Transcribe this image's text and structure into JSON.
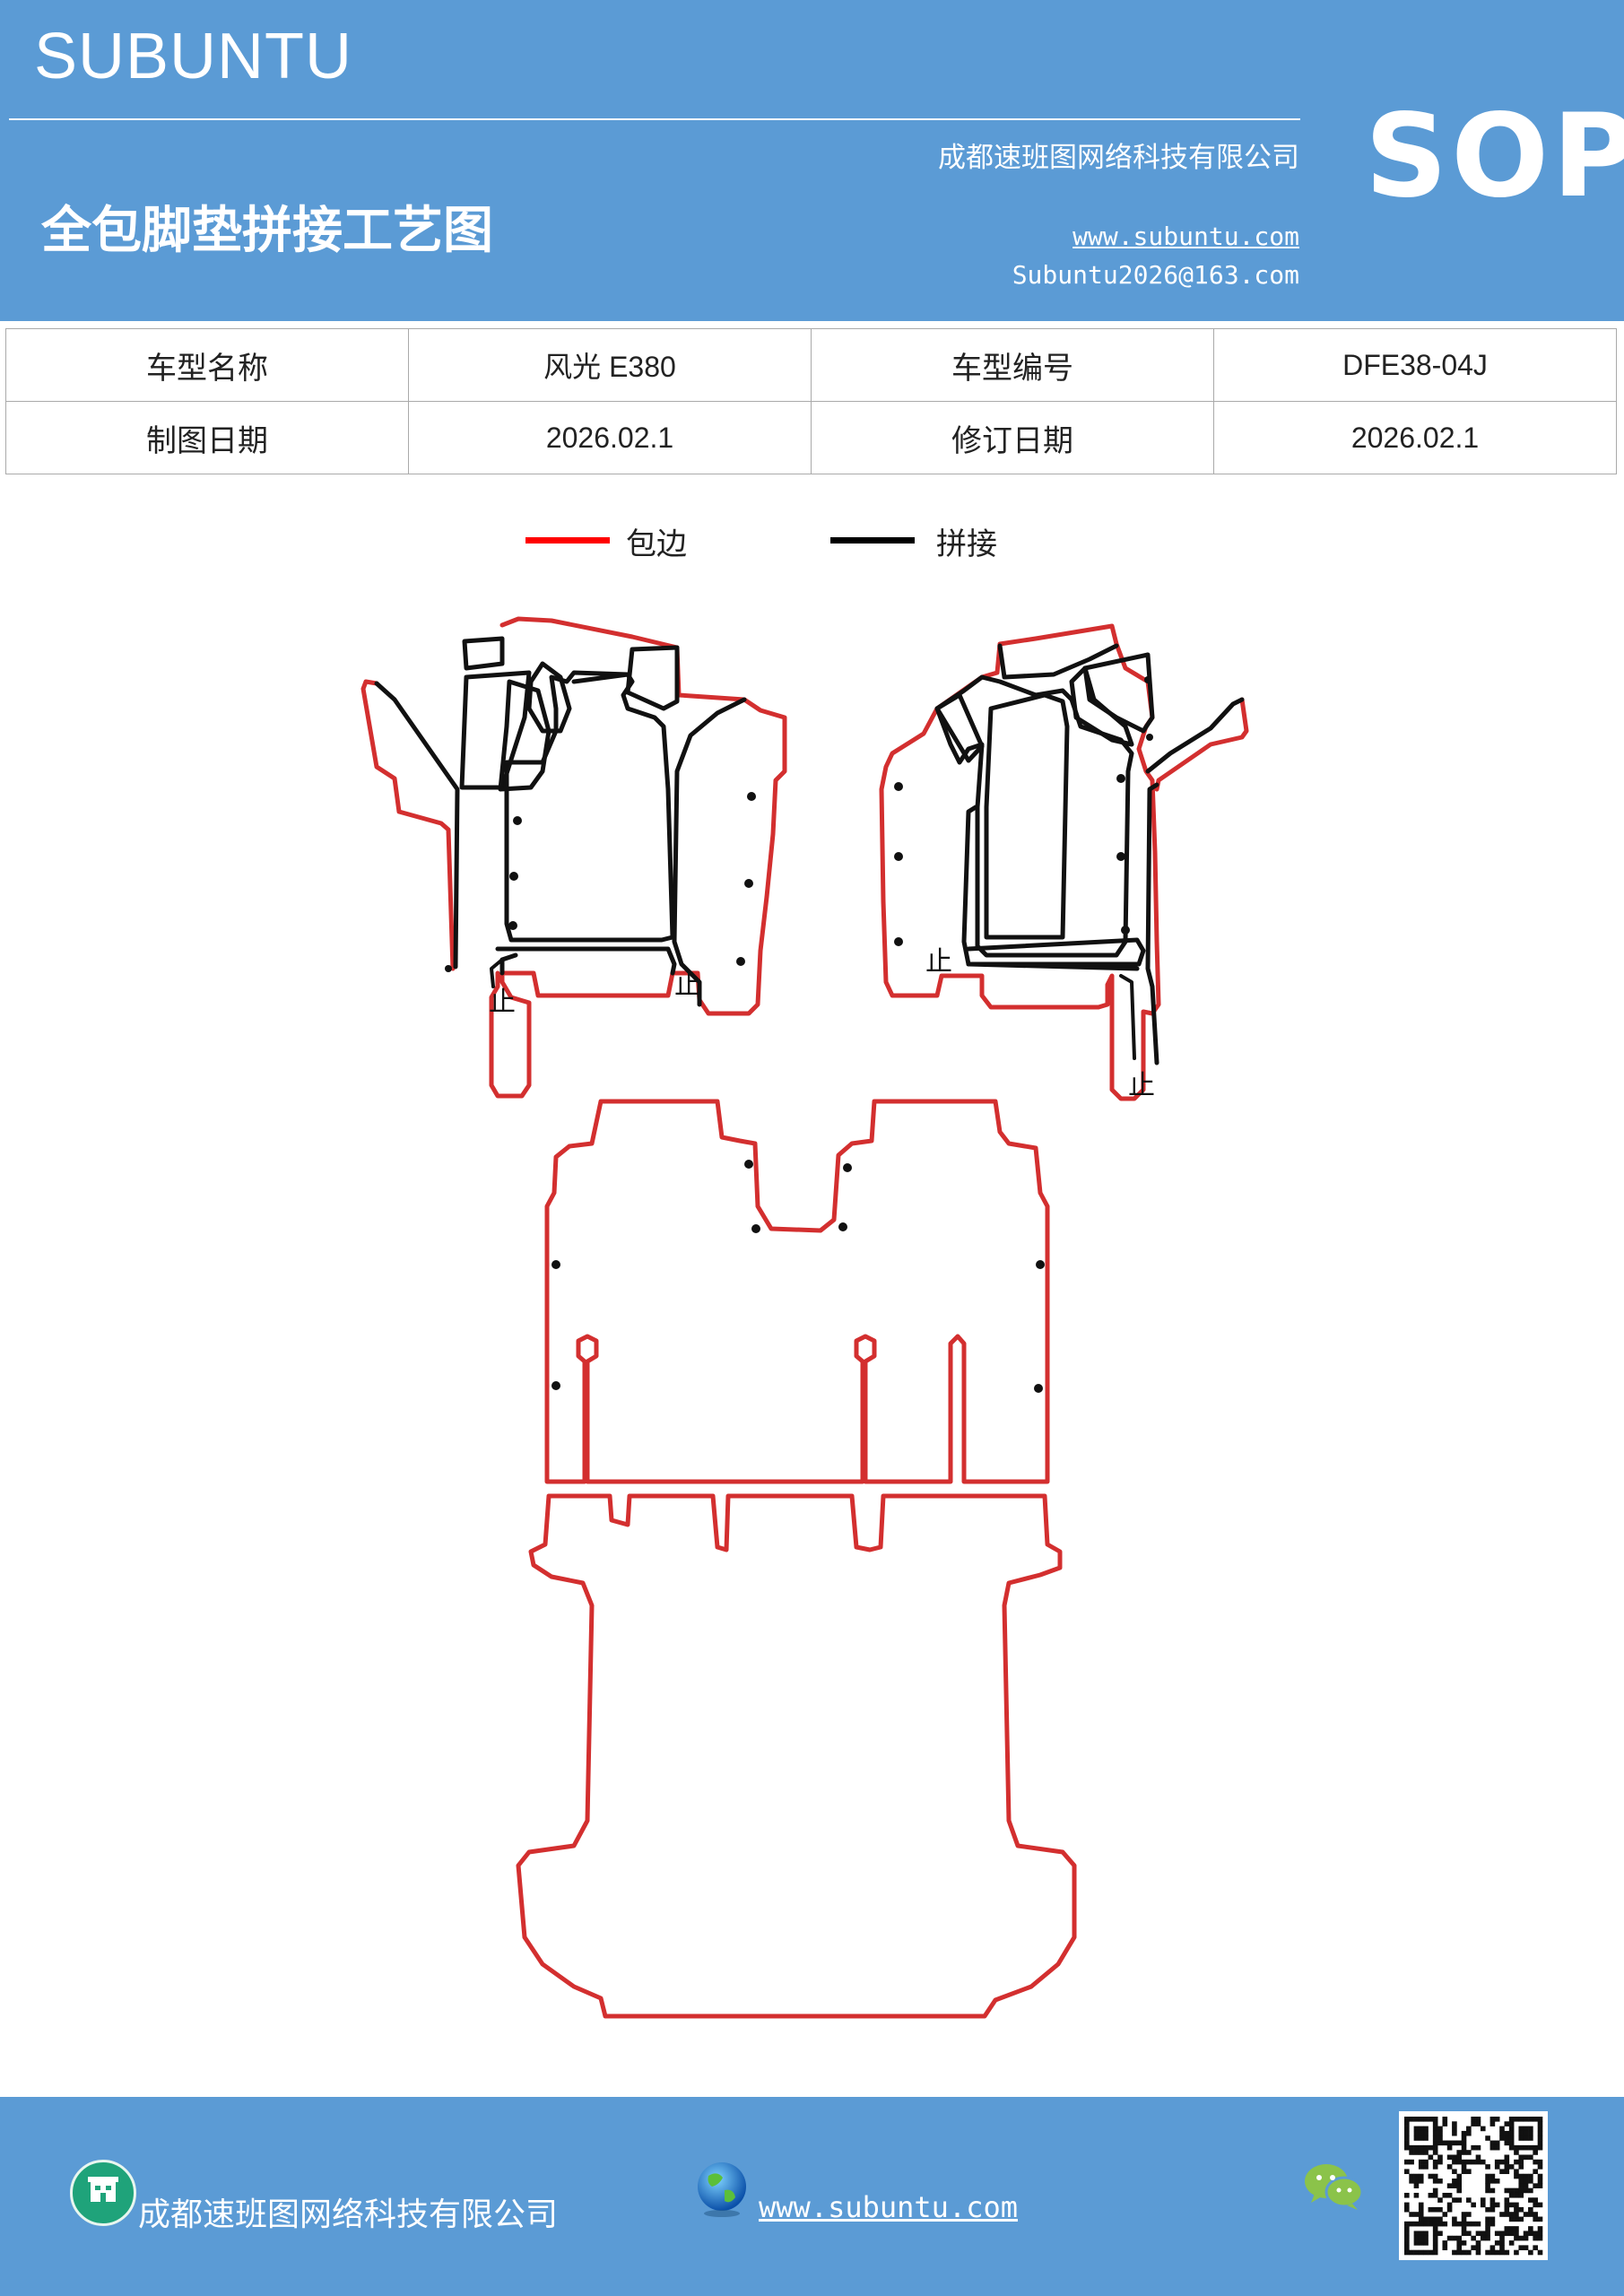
{
  "header": {
    "brand": "SUBUNTU",
    "company": "成都速班图网络科技有限公司",
    "title": "全包脚垫拼接工艺图",
    "website": "www.subuntu.com",
    "email": "Subuntu2026@163.com",
    "badge": "SOP"
  },
  "info_table": {
    "rows": [
      [
        "车型名称",
        "风光 E380",
        "车型编号",
        "DFE38-04J"
      ],
      [
        "制图日期",
        "2026.02.1",
        "修订日期",
        "2026.02.1"
      ]
    ]
  },
  "legend": {
    "items": [
      {
        "label": "包边",
        "color": "#ff0000"
      },
      {
        "label": "拼接",
        "color": "#000000"
      }
    ]
  },
  "drawing": {
    "edge_color": "#d32f2f",
    "seam_color": "#111111",
    "stop_marks": [
      "止",
      "止",
      "止",
      "止"
    ]
  },
  "footer": {
    "company": "成都速班图网络科技有限公司",
    "website": "www.subuntu.com",
    "icons": [
      "building-icon",
      "globe-icon",
      "wechat-icon",
      "qr-code"
    ]
  }
}
